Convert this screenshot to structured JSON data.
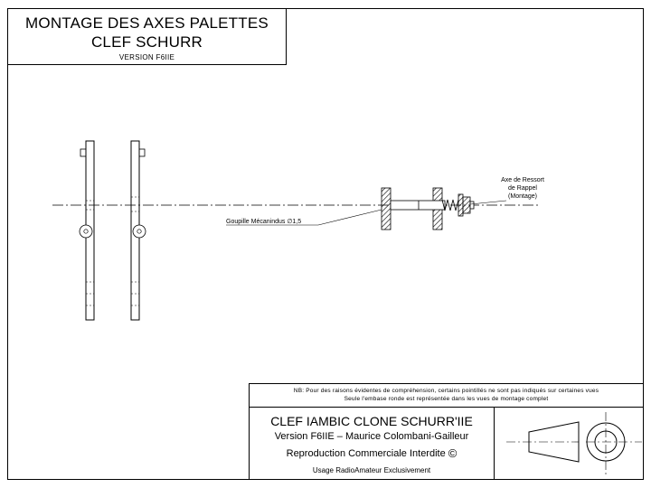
{
  "title": {
    "line1": "MONTAGE DES AXES PALETTES",
    "line2": "CLEF SCHURR",
    "version": "VERSION F6IIE"
  },
  "labels": {
    "spring_axis_1": "Axe de Ressort",
    "spring_axis_2": "de Rappel",
    "spring_axis_3": "(Montage)",
    "pin": "Goupille Mécanindus ∅1,5"
  },
  "note": {
    "line1": "NB: Pour des raisons évidentes de compréhension, certains pointillés ne sont pas indiqués sur certaines vues",
    "line2": "Seule l'embase ronde est représentée dans les vues de montage complet"
  },
  "cartouche": {
    "title": "CLEF IAMBIC CLONE SCHURR'IIE",
    "author": "Version F6IIE – Maurice Colombani-Gailleur",
    "reproduction": "Reproduction Commerciale Interdite",
    "copyright_symbol": "©",
    "usage": "Usage RadioAmateur Exclusivement"
  }
}
